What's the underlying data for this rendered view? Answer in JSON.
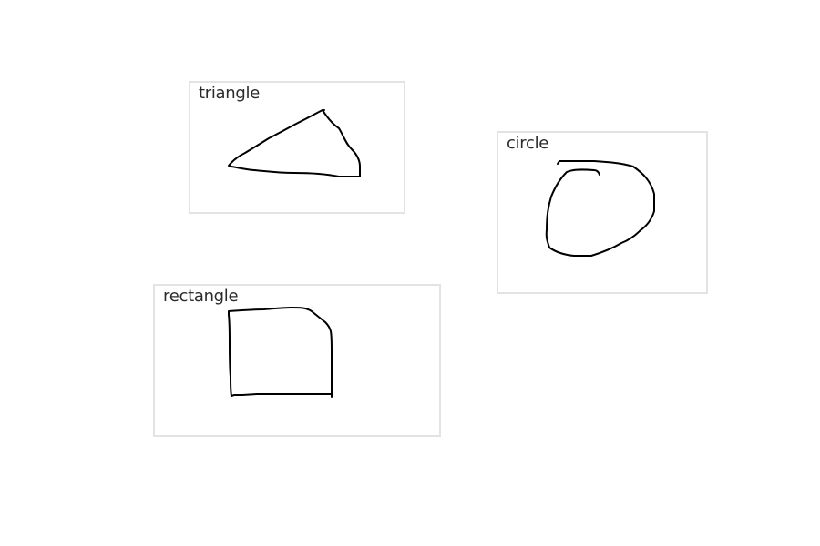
{
  "canvas": {
    "background_color": "#ffffff",
    "box_border_color": "#e3e3e3",
    "stroke_color": "#000000"
  },
  "shapes": [
    {
      "id": "triangle",
      "label": "triangle",
      "icon": "triangle-sketch-icon"
    },
    {
      "id": "circle",
      "label": "circle",
      "icon": "circle-sketch-icon"
    },
    {
      "id": "rectangle",
      "label": "rectangle",
      "icon": "rectangle-sketch-icon"
    }
  ]
}
